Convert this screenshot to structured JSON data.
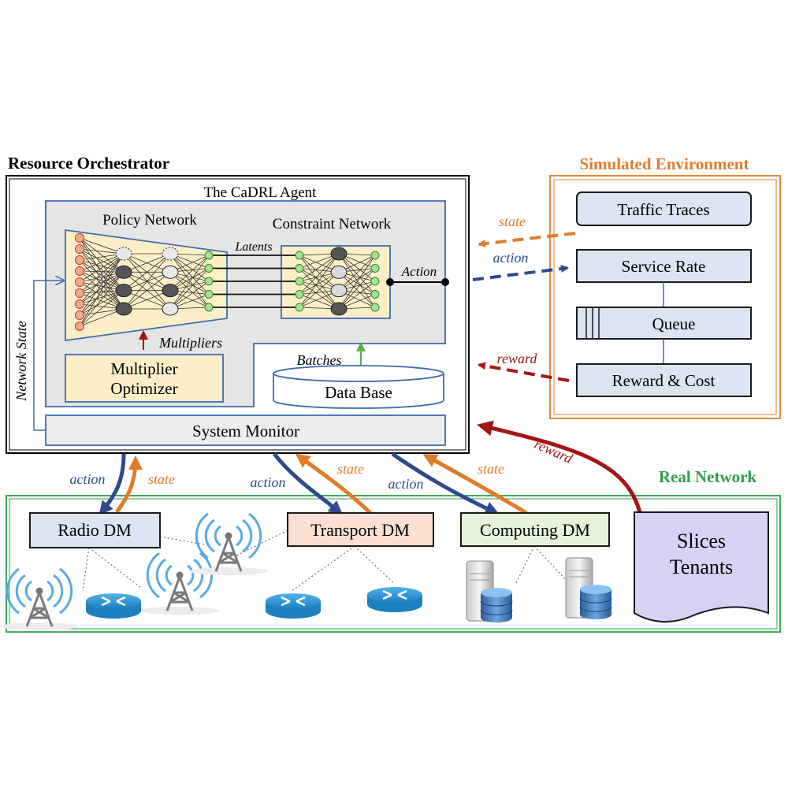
{
  "orchestrator": {
    "title": "Resource Orchestrator",
    "agent_title": "The CaDRL Agent",
    "policy_network": "Policy Network",
    "constraint_network": "Constraint Network",
    "latents": "Latents",
    "action": "Action",
    "multipliers": "Multipliers",
    "multiplier_optimizer_line1": "Multiplier",
    "multiplier_optimizer_line2": "Optimizer",
    "batches": "Batches",
    "data_base": "Data Base",
    "system_monitor": "System Monitor",
    "network_state": "Network State"
  },
  "simulated": {
    "title": "Simulated Environment",
    "traffic_traces": "Traffic Traces",
    "service_rate": "Service Rate",
    "queue": "Queue",
    "reward_cost": "Reward & Cost"
  },
  "links": {
    "state": "state",
    "action": "action",
    "reward": "reward"
  },
  "real_network": {
    "title": "Real Network",
    "radio_dm": "Radio DM",
    "transport_dm": "Transport DM",
    "computing_dm": "Computing DM",
    "slices_line1": "Slices",
    "slices_line2": "Tenants"
  },
  "colors": {
    "orange": "#E07B2A",
    "blue": "#2E4A8C",
    "red": "#A31515",
    "green": "#2EA04A",
    "panel_blue": "#DCE4F2",
    "panel_yellow": "#FCEFC8"
  }
}
